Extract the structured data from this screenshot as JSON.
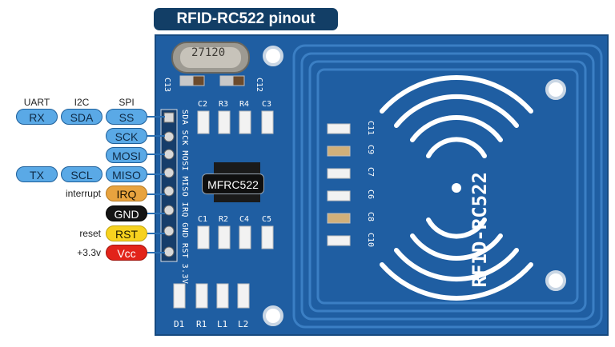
{
  "title": "RFID-RC522 pinout",
  "columns": {
    "uart": "UART",
    "i2c": "I2C",
    "spi": "SPI"
  },
  "pins": {
    "ss": "SS",
    "sck": "SCK",
    "mosi": "MOSI",
    "miso": "MISO",
    "irq": "IRQ",
    "gnd": "GND",
    "rst": "RST",
    "vcc": "Vcc"
  },
  "alt": {
    "rx": "RX",
    "sda": "SDA",
    "tx": "TX",
    "scl": "SCL"
  },
  "notes": {
    "interrupt": "interrupt",
    "reset": "reset",
    "power": "+3.3v"
  },
  "chip": "MFRC522",
  "board": {
    "crystal": "27120",
    "header_label": "SDA SCK MOSI MISO IRQ GND RST 3.3V",
    "antenna_label": "RFID-RC522",
    "components": {
      "c13": "C13",
      "c12": "C12",
      "c2": "C2",
      "r3": "R3",
      "r4": "R4",
      "c3": "C3",
      "c1": "C1",
      "r2": "R2",
      "c4": "C4",
      "c5": "C5",
      "d1": "D1",
      "r1": "R1",
      "l1": "L1",
      "l2": "L2",
      "c11": "C11",
      "c9": "C9",
      "c7": "C7",
      "c6": "C6",
      "c8": "C8",
      "c10": "C10"
    }
  },
  "colors": {
    "board": "#1f5ea2",
    "title_bg": "#123e66",
    "pin_blue": "#5aa9e6",
    "pin_orange": "#e8a33f",
    "pin_black": "#141414",
    "pin_yellow": "#f7d21f",
    "pin_red": "#e2231a"
  }
}
